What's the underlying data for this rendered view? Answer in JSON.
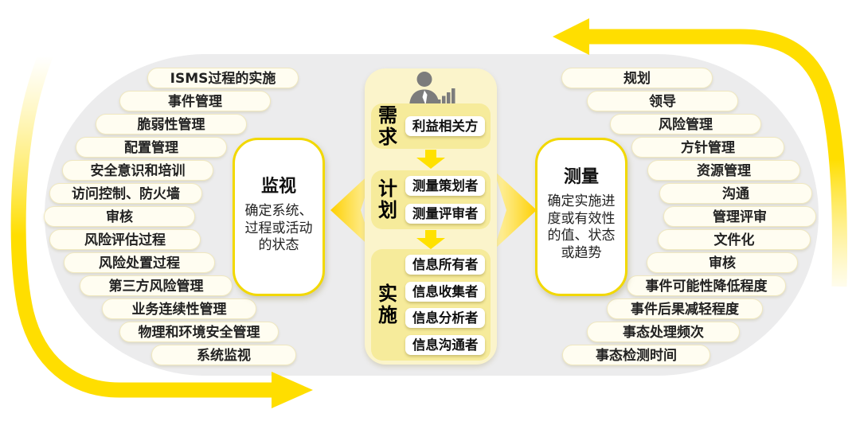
{
  "diagram": {
    "kind": "isms-measurement-cycle-infographic"
  },
  "left_list": {
    "items": [
      "ISMS过程的实施",
      "事件管理",
      "脆弱性管理",
      "配置管理",
      "安全意识和培训",
      "访问控制、防火墙",
      "审核",
      "风险评估过程",
      "风险处置过程",
      "第三方风险管理",
      "业务连续性管理",
      "物理和环境安全管理",
      "系统监视"
    ]
  },
  "right_list": {
    "items": [
      "规划",
      "领导",
      "风险管理",
      "方针管理",
      "资源管理",
      "沟通",
      "管理评审",
      "文件化",
      "审核",
      "事件可能性降低程度",
      "事件后果减轻程度",
      "事态处理频次",
      "事态检测时间"
    ]
  },
  "monitor_box": {
    "title": "监视",
    "description": "确定系统、\n过程或活动\n的状态"
  },
  "measure_box": {
    "title": "测量",
    "description": "确定实施进\n度或有效性\n的值、状态\n或趋势"
  },
  "center": {
    "sections": [
      {
        "label": "需求",
        "pills": [
          "利益相关方"
        ]
      },
      {
        "label": "计划",
        "pills": [
          "测量策划者",
          "测量评审者"
        ]
      },
      {
        "label": "实施",
        "pills": [
          "信息所有者",
          "信息收集者",
          "信息分析者",
          "信息沟通者"
        ]
      }
    ]
  },
  "icons": {
    "center_top": "businessperson-with-bar-chart-icon"
  },
  "colors": {
    "accent_yellow": "#FFDE00",
    "deep_yellow": "#FFD000",
    "panel_yellow": "#FBF4CB",
    "section_yellow": "#F6EB9B",
    "stadium_gray": "#ECECED",
    "icon_gray": "#7C7C7C"
  }
}
